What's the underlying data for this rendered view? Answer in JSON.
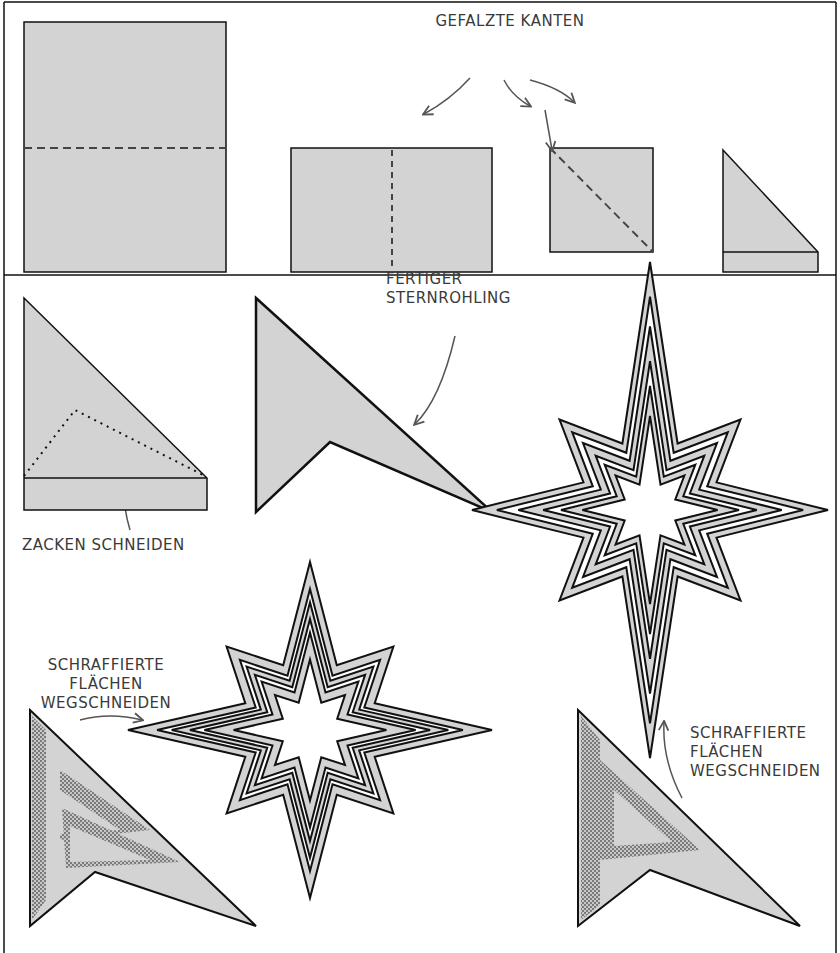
{
  "diagram": {
    "labels": [
      "GEFALZTE KANTEN",
      "FERTIGER STERNROHLING",
      "ZACKEN SCHNEIDEN",
      "SCHRAFFIERTE FLÄCHEN WEGSCHNEIDEN",
      "SCHRAFFIERTE FLÄCHEN WEGSCHNEIDEN"
    ]
  }
}
